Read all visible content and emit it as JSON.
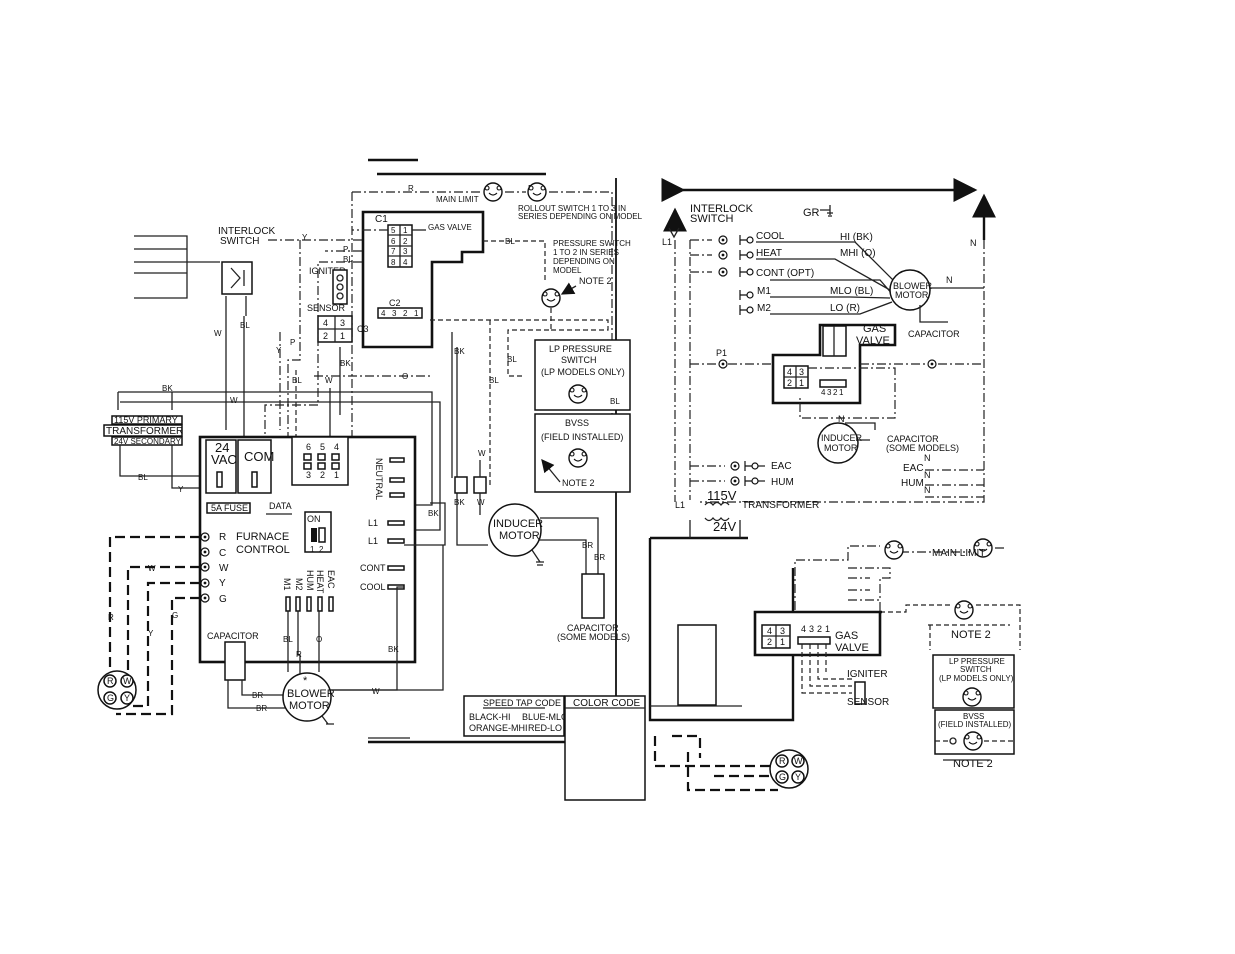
{
  "colors": {
    "ink": "#111111",
    "paper": "#ffffff"
  },
  "left": {
    "interlock": [
      "INTERLOCK",
      "SWITCH"
    ],
    "main_limit": "MAIN LIMIT",
    "rollout": [
      "ROLLOUT SWITCH 1 TO 3 IN",
      "SERIES DEPENDING ON MODEL"
    ],
    "c1": "C1",
    "c1_pins": [
      "5",
      "1",
      "6",
      "2",
      "7",
      "3",
      "8",
      "4"
    ],
    "gas_valve": "GAS VALVE",
    "pressure": [
      "PRESSURE SWITCH",
      "1 TO 2 IN SERIES",
      "DEPENDING ON",
      "MODEL"
    ],
    "note2": "NOTE 2",
    "igniter": "IGNITER",
    "sensor": "SENSOR",
    "c2": "C2",
    "c2_pins": [
      "4",
      "3",
      "2",
      "1"
    ],
    "c3": "C3",
    "c3_pins": [
      "4",
      "3",
      "2",
      "1"
    ],
    "lp": [
      "LP PRESSURE",
      "SWITCH",
      "(LP MODELS ONLY)"
    ],
    "bvss": [
      "BVSS",
      "(FIELD INSTALLED)"
    ],
    "transformer": [
      "115V PRIMARY",
      "TRANSFORMER",
      "24V SECONDARY"
    ],
    "vac": [
      "24",
      "VAC"
    ],
    "com": "COM",
    "neutral": "NEUTRAL",
    "fuse": "5A FUSE",
    "data": "DATA",
    "on": "ON",
    "dip": [
      "1",
      "2"
    ],
    "plug": [
      "6",
      "5",
      "4",
      "3",
      "2",
      "1"
    ],
    "furnace": [
      "FURNACE",
      "CONTROL"
    ],
    "terms": [
      "R",
      "C",
      "W",
      "Y",
      "G"
    ],
    "taps": [
      "M1",
      "M2",
      "HUM",
      "HEAT",
      "EAC"
    ],
    "right_terms": [
      "L1",
      "L1",
      "CONT",
      "COOL"
    ],
    "inducer": [
      "INDUCER",
      "MOTOR"
    ],
    "cap_some": [
      "CAPACITOR",
      "(SOME MODELS)"
    ],
    "capacitor": "CAPACITOR",
    "blower": [
      "BLOWER",
      "MOTOR"
    ],
    "star": "*",
    "thermo": [
      "R",
      "W",
      "G",
      "Y"
    ],
    "speed_title": "SPEED TAP CODE",
    "speed": [
      "BLACK-HI",
      "BLUE-MLO",
      "ORANGE-MHI",
      "RED-LO"
    ],
    "color_code": "COLOR CODE",
    "wires": {
      "R": "R",
      "Y": "Y",
      "P": "P",
      "BL": "BL",
      "W": "W",
      "BK": "BK",
      "O": "O",
      "G": "G",
      "BR": "BR"
    }
  },
  "right": {
    "interlock": [
      "INTERLOCK",
      "SWITCH"
    ],
    "gr": "GR",
    "l1": "L1",
    "n": "N",
    "p1": "P1",
    "rows": [
      {
        "t": "COOL",
        "c": "HI (BK)"
      },
      {
        "t": "HEAT",
        "c": "MHI (O)"
      },
      {
        "t": "CONT (OPT)",
        "c": ""
      },
      {
        "t": "M1",
        "c": "MLO (BL)"
      },
      {
        "t": "M2",
        "c": "LO (R)"
      }
    ],
    "blower": [
      "BLOWER",
      "MOTOR"
    ],
    "capacitor": "CAPACITOR",
    "gas_valve": [
      "GAS",
      "VALVE"
    ],
    "c3": [
      "4",
      "3",
      "2",
      "1"
    ],
    "c2": [
      "4",
      "3",
      "2",
      "1"
    ],
    "inducer": [
      "INDUCER",
      "MOTOR"
    ],
    "cap_some": [
      "CAPACITOR",
      "(SOME MODELS)"
    ],
    "eac": "EAC",
    "hum": "HUM",
    "v115": "115V",
    "transformer": "TRANSFORMER",
    "v24": "24V",
    "main_limit": "MAIN LIMIT",
    "note2": "NOTE 2",
    "gas2": [
      "GAS",
      "VALVE"
    ],
    "c2b": [
      "4",
      "3",
      "2",
      "1"
    ],
    "igniter": "IGNITER",
    "sensor": "SENSOR",
    "lp": [
      "LP PRESSURE",
      "SWITCH",
      "(LP MODELS ONLY)"
    ],
    "bvss": [
      "BVSS",
      "(FIELD INSTALLED)"
    ],
    "note2b": "NOTE 2",
    "thermo": [
      "R",
      "W",
      "G",
      "Y"
    ]
  }
}
